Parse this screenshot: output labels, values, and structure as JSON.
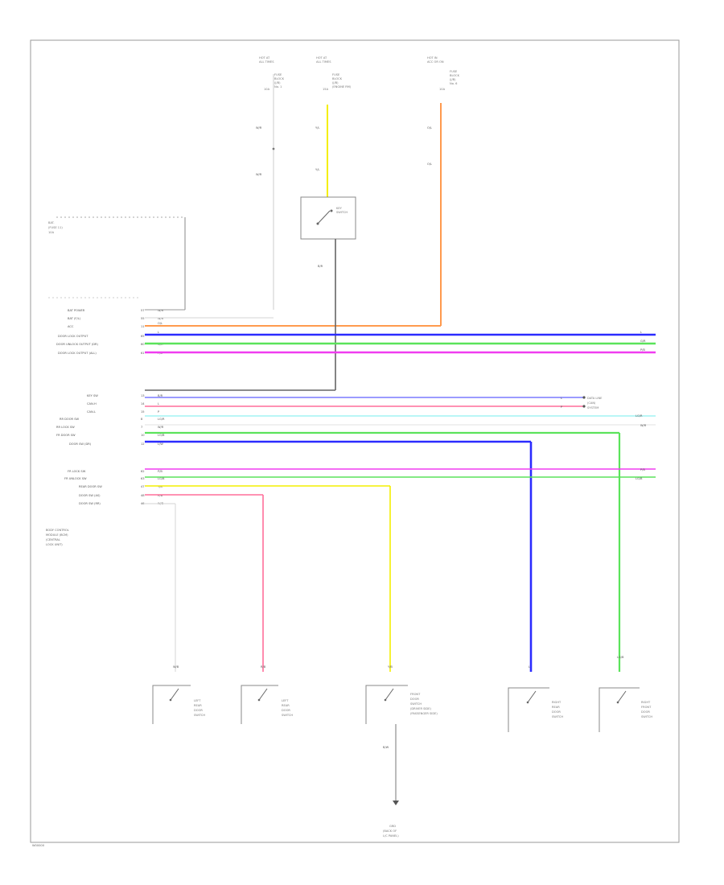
{
  "diagram": {
    "footer_code": "W00000",
    "module_label": [
      "BODY CONTROL",
      "MODULE (BCM)",
      "(CENTRAL",
      "LOCK UNIT)"
    ],
    "ground_label": [
      "GRD",
      "(BACK OF",
      "L/C PANEL)"
    ],
    "switch_label": [
      "DOOR",
      "SWITCH"
    ],
    "upper_left_label": [
      "BAT.",
      "(FUSE 11)",
      "10A"
    ],
    "top_feeds": [
      {
        "lines": [
          "HOT AT",
          "ALL TIMES"
        ],
        "desc": [
          "FUSE",
          "BLOCK",
          "(J/B)",
          "No. 1"
        ],
        "fuse": "10A",
        "wire": "W/R"
      },
      {
        "lines": [
          "HOT AT",
          "ALL TIMES"
        ],
        "desc": [
          "FUSE",
          "BLOCK",
          "(J/B)",
          "(ENGINE RM)"
        ],
        "fuse": "15A",
        "wire": "Y/L"
      },
      {
        "lines": [
          "HOT IN",
          "ACC OR ON"
        ],
        "desc": [
          "FUSE",
          "BLOCK",
          "(J/B)",
          "No. 6"
        ],
        "fuse": "10A",
        "wire": "O/L"
      }
    ],
    "bcm_pins_group1": [
      {
        "pin": "57",
        "name": "BAT POWER",
        "wire": "W/R"
      },
      {
        "pin": "55",
        "name": "BAT (F/L)",
        "wire": "W/R"
      },
      {
        "pin": "11",
        "name": "ACC",
        "wire": "O/L"
      },
      {
        "pin": "65",
        "name": "DOOR LOCK OUTPUT",
        "wire": "L"
      },
      {
        "pin": "60",
        "name": "DOOR UNLOCK OUTPUT (DR)",
        "wire": "G/R"
      },
      {
        "pin": "61",
        "name": "DOOR LOCK OUTPUT (ALL)",
        "wire": "P/B"
      }
    ],
    "bcm_pins_group2": [
      {
        "pin": "13",
        "name": "KEY SW",
        "wire": "B/R"
      },
      {
        "pin": "14",
        "name": "CAN-H",
        "wire": "L"
      },
      {
        "pin": "15",
        "name": "CAN-L",
        "wire": "P"
      },
      {
        "pin": "8",
        "name": "RR DOOR SW",
        "wire": "LG/R"
      },
      {
        "pin": "7",
        "name": "RR LOCK SW",
        "wire": "W/R"
      },
      {
        "pin": "10",
        "name": "FR DOOR SW",
        "wire": "LG/B"
      },
      {
        "pin": "12",
        "name": "DOOR SW (DR)",
        "wire": "L/W"
      }
    ],
    "bcm_pins_group3": [
      {
        "pin": "62",
        "name": "FR LOCK SW",
        "wire": "P/B"
      },
      {
        "pin": "63",
        "name": "FR UNLOCK SW",
        "wire": "LG/B"
      },
      {
        "pin": "47",
        "name": "REAR DOOR SW",
        "wire": "Y/B"
      },
      {
        "pin": "48",
        "name": "DOOR SW (AS)",
        "wire": "R/B"
      },
      {
        "pin": "46",
        "name": "DOOR SW (RR)",
        "wire": "W/B"
      }
    ],
    "key_switch": {
      "title": [
        "KEY",
        "SWITCH"
      ],
      "wire_in": "Y/L",
      "wire_out": "B/R"
    },
    "can_label": [
      "DATA LINE",
      "(CAN)",
      "SYSTEM"
    ],
    "right_wire_labels": {
      "blue": "L",
      "green": "G/R",
      "magenta": "P/B",
      "can_h": "L",
      "can_l": "P",
      "lt_green": "LG/R",
      "white": "W/R",
      "g2_magenta": "P/B",
      "g2_green": "LG/B"
    },
    "door_switches": [
      {
        "lines": [
          "LEFT",
          "REAR",
          "DOOR",
          "SWITCH"
        ],
        "wire": "W/B"
      },
      {
        "lines": [
          "LEFT",
          "REAR",
          "DOOR",
          "SWITCH"
        ],
        "wire": "R/B"
      },
      {
        "lines": [
          "FRONT",
          "DOOR",
          "SWITCH",
          "(DRIVER SIDE)",
          "(PASSENGER SIDE)"
        ],
        "wire": "Y/B",
        "ground_wire": "B/W"
      },
      {
        "lines": [
          "RIGHT",
          "REAR",
          "DOOR",
          "SWITCH"
        ],
        "wire": "L"
      },
      {
        "lines": [
          "RIGHT",
          "FRONT",
          "DOOR",
          "SWITCH"
        ],
        "wire": "LG/B"
      }
    ],
    "colors": {
      "orange": "#ff9a4e",
      "yellow": "#f4ef00",
      "blue": "#2b2bff",
      "green": "#5be35b",
      "magenta": "#f03df0",
      "pink": "#ff6f9a",
      "lightblue": "#7a7aff",
      "cyan": "#8ff0f0"
    }
  }
}
